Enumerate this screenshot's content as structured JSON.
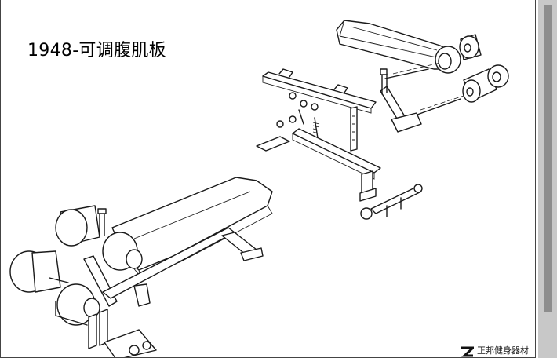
{
  "document": {
    "title": "1948-可调腹肌板",
    "brand_name": "正邦健身器材"
  },
  "icons": {
    "brand_logo": "brand-z-logo-icon",
    "assembled_view": "assembled-bench-illustration",
    "exploded_view": "exploded-parts-illustration"
  },
  "colors": {
    "line": "#1a1a1a",
    "scrollbar_track": "#c8c8c8",
    "scrollbar_thumb": "#8d8d8d"
  }
}
